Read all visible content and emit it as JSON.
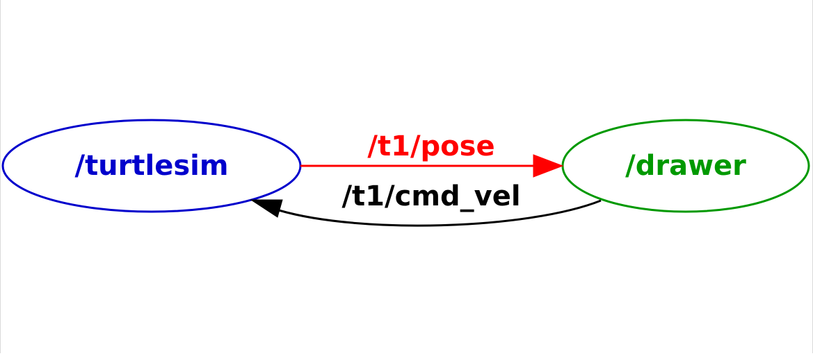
{
  "diagram": {
    "nodes": [
      {
        "id": "turtlesim",
        "label": "/turtlesim",
        "color": "#0000cc"
      },
      {
        "id": "drawer",
        "label": "/drawer",
        "color": "#009900"
      }
    ],
    "edges": [
      {
        "from": "turtlesim",
        "to": "drawer",
        "label": "/t1/pose",
        "color": "#ff0000"
      },
      {
        "from": "drawer",
        "to": "turtlesim",
        "label": "/t1/cmd_vel",
        "color": "#000000"
      }
    ]
  }
}
